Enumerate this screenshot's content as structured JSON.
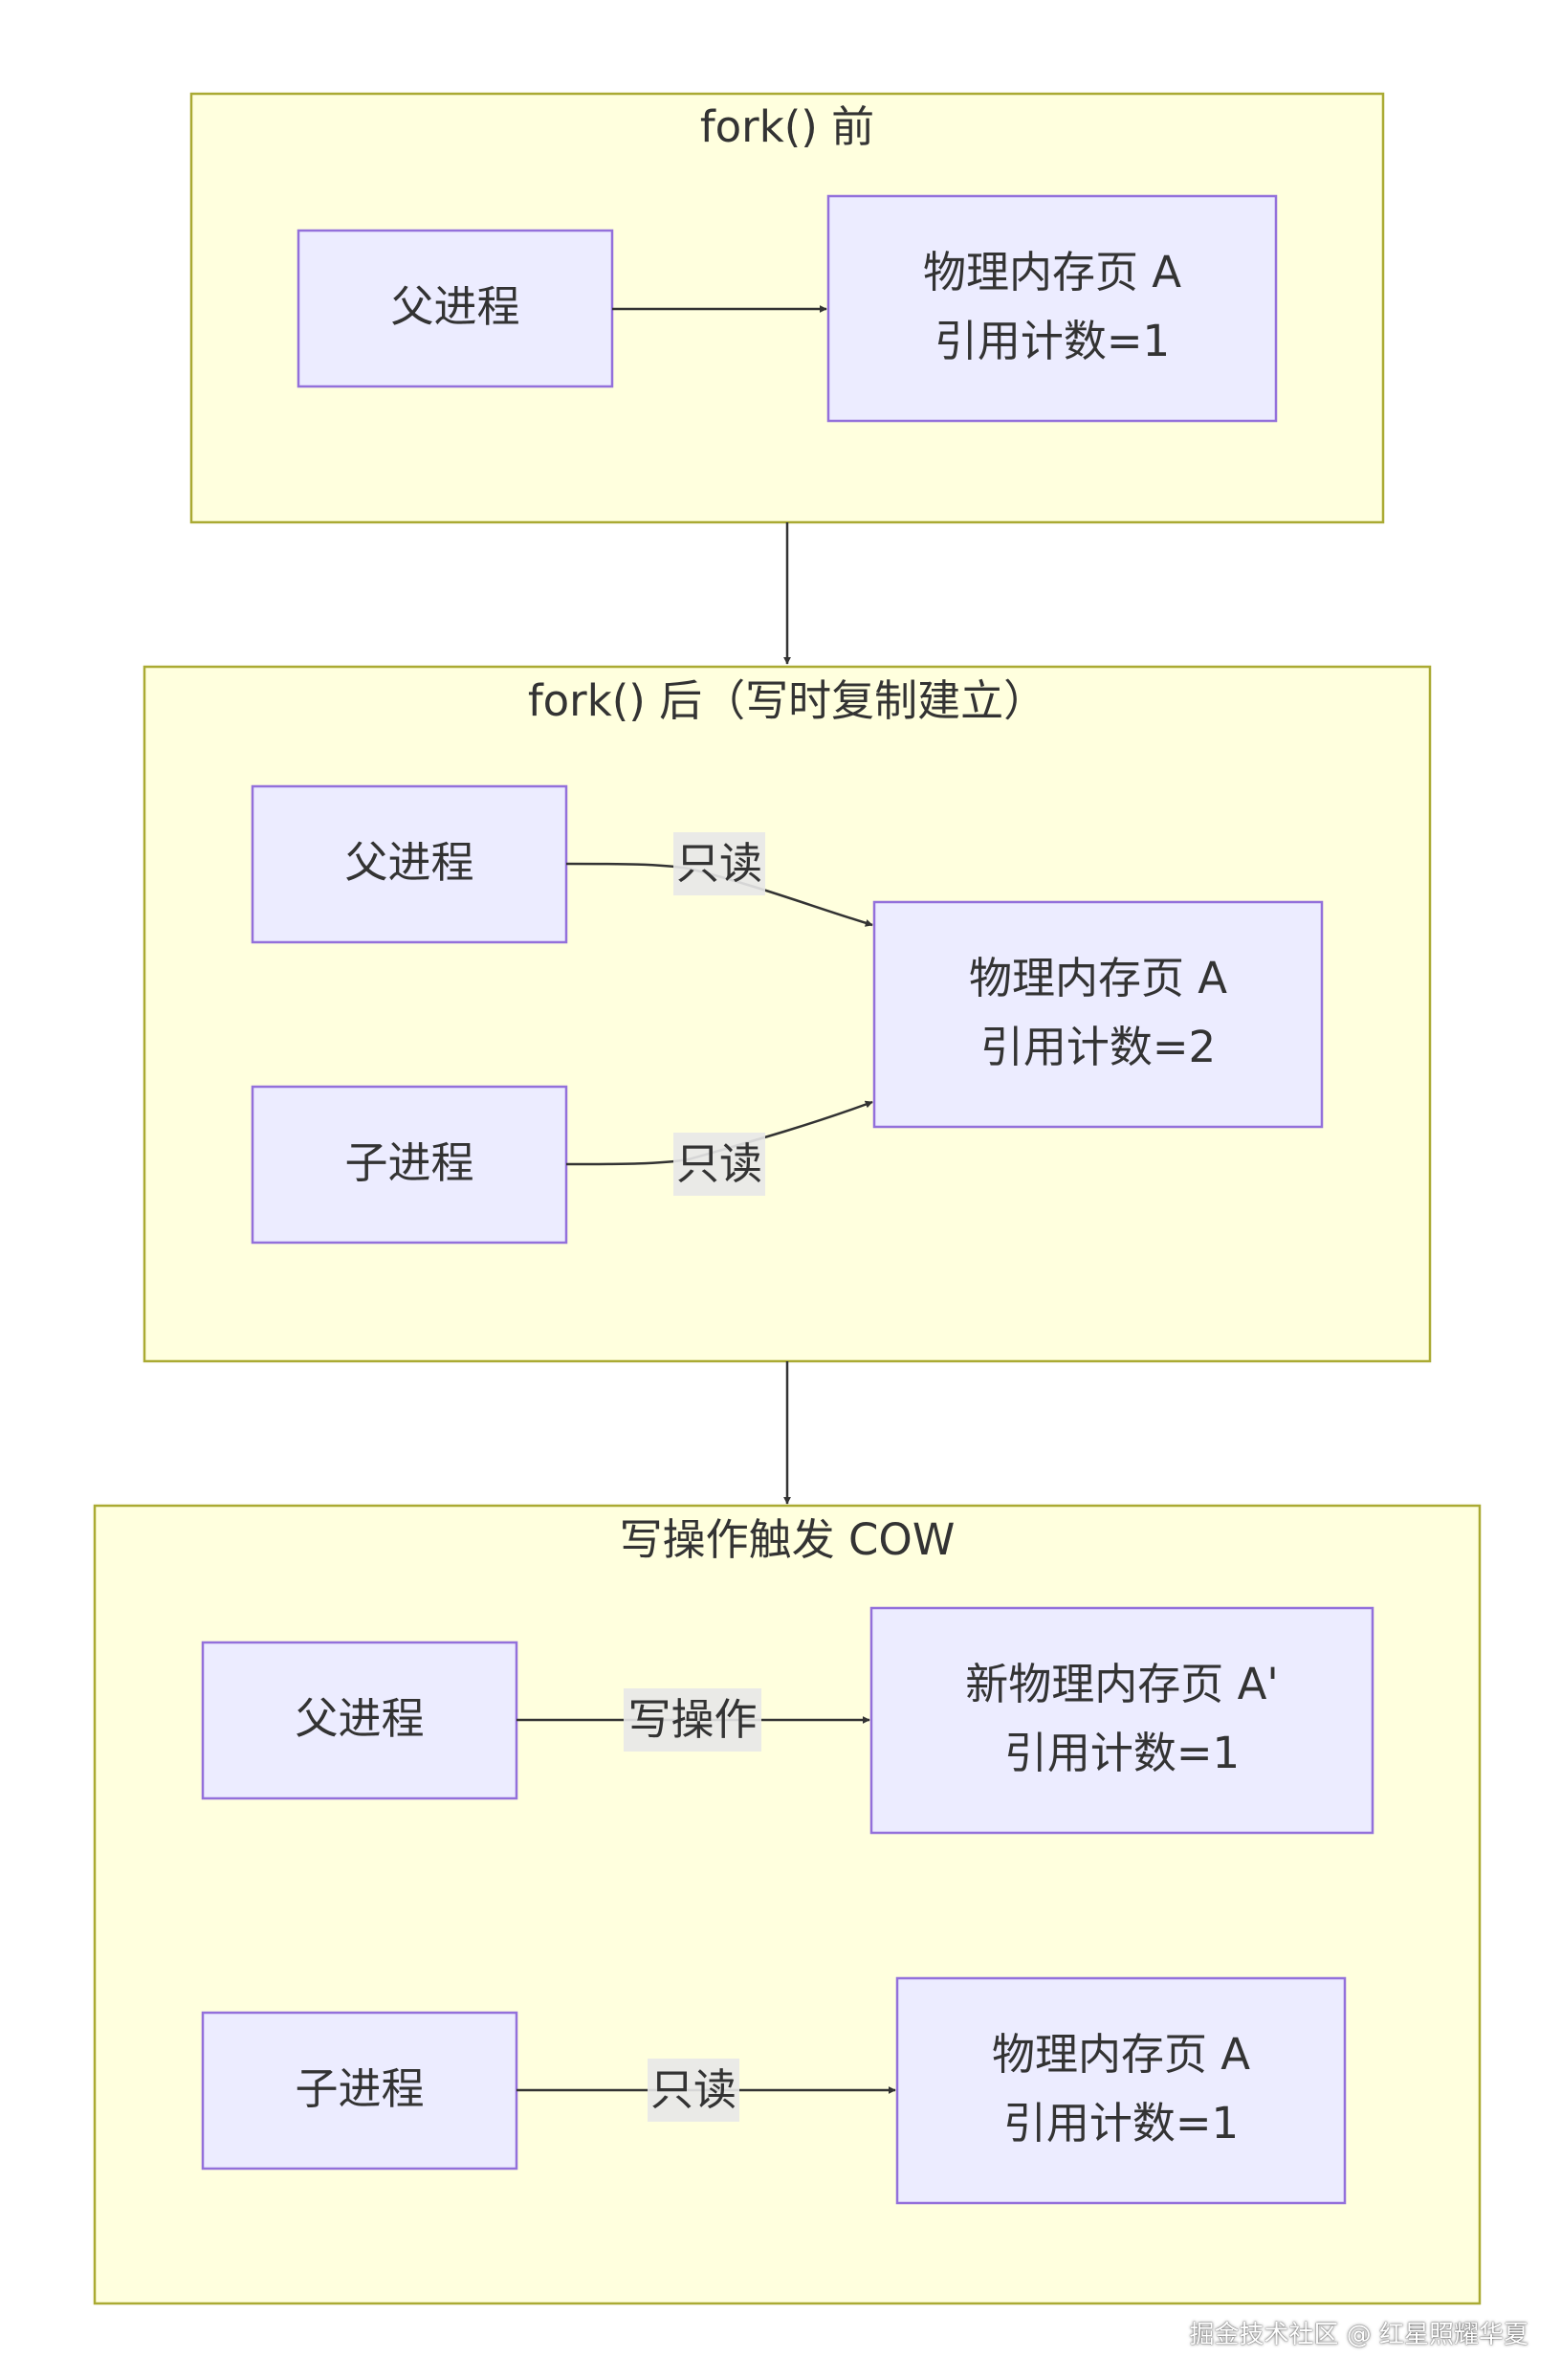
{
  "clusters": {
    "before": {
      "title": "fork() 前"
    },
    "after": {
      "title": "fork() 后（写时复制建立）"
    },
    "cow": {
      "title": "写操作触发 COW"
    }
  },
  "nodes": {
    "parent_before": {
      "label": "父进程"
    },
    "page_before": {
      "line1": "物理内存页 A",
      "line2": "引用计数=1"
    },
    "parent_after": {
      "label": "父进程"
    },
    "child_after": {
      "label": "子进程"
    },
    "page_after": {
      "line1": "物理内存页 A",
      "line2": "引用计数=2"
    },
    "parent_cow": {
      "label": "父进程"
    },
    "new_page_cow": {
      "line1": "新物理内存页 A'",
      "line2": "引用计数=1"
    },
    "child_cow": {
      "label": "子进程"
    },
    "page_cow": {
      "line1": "物理内存页 A",
      "line2": "引用计数=1"
    }
  },
  "edges": {
    "parent_after_label": "只读",
    "child_after_label": "只读",
    "parent_cow_label": "写操作",
    "child_cow_label": "只读"
  },
  "colors": {
    "cluster_fill": "#ffffde",
    "cluster_stroke": "#aaaa33",
    "node_fill": "#ececff",
    "node_stroke": "#9370db",
    "edge": "#333333",
    "text": "#333333"
  },
  "watermark": "掘金技术社区 @ 红星照耀华夏"
}
